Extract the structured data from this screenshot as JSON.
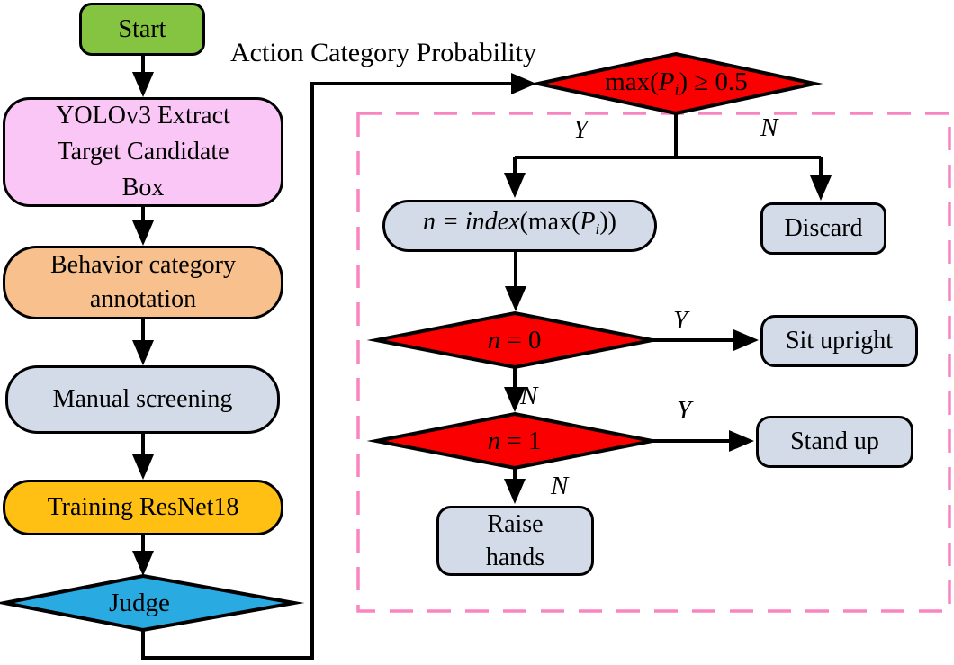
{
  "colors": {
    "green": "#85c440",
    "pink": "#f9c6f5",
    "orange": "#f7c08c",
    "slate": "#d3dbe8",
    "yellow": "#ffc013",
    "cyan": "#29abe2",
    "red": "#fb0000",
    "dash": "#f884c0",
    "line": "#000000",
    "text": "#000000"
  },
  "labels": {
    "action_probability": "Action Category Probability"
  },
  "branch_labels": {
    "max_yes": "Y",
    "max_no": "N",
    "n0_yes": "Y",
    "n0_no": "N",
    "n1_yes": "Y",
    "n1_no": "N"
  },
  "nodes": {
    "start": {
      "label": "Start"
    },
    "yolo": {
      "lines": [
        "YOLOv3 Extract",
        "Target Candidate",
        "Box"
      ]
    },
    "behavior": {
      "lines": [
        "Behavior category",
        "annotation"
      ]
    },
    "manual": {
      "label": "Manual screening"
    },
    "training": {
      "label": "Training ResNet18"
    },
    "judge": {
      "label": "Judge"
    },
    "max_check": {
      "pre": "max(",
      "var": "P",
      "sub": "i",
      "post": ") ≥ 0.5"
    },
    "index_assign": {
      "pre": "n = index",
      "mid": "(max(",
      "var": "P",
      "sub": "i",
      "post": "))"
    },
    "discard": {
      "label": "Discard"
    },
    "n_eq_0": {
      "var": "n",
      "rest": " = 0"
    },
    "sit": {
      "label": "Sit upright"
    },
    "n_eq_1": {
      "var": "n",
      "rest": " = 1"
    },
    "stand": {
      "label": "Stand up"
    },
    "raise": {
      "lines": [
        "Raise",
        "hands"
      ]
    }
  }
}
